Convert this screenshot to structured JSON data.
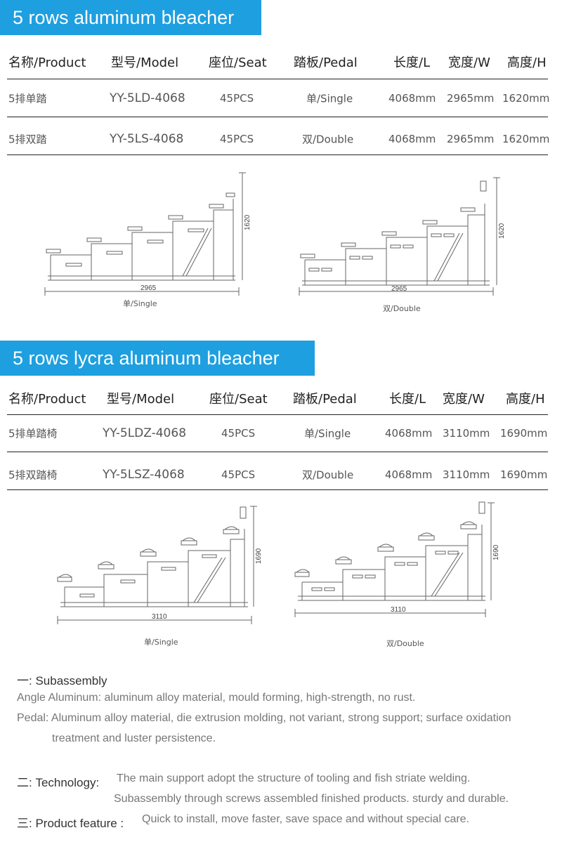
{
  "section1": {
    "title": "5 rows aluminum bleacher",
    "headers": [
      "名称/Product",
      "型号/Model",
      "座位/Seat",
      "踏板/Pedal",
      "长度/L",
      "宽度/W",
      "高度/H"
    ],
    "rows": [
      [
        "5排单踏",
        "YY-5LD-4068",
        "45PCS",
        "单/Single",
        "4068mm",
        "2965mm",
        "1620mm"
      ],
      [
        "5排双踏",
        "YY-5LS-4068",
        "45PCS",
        "双/Double",
        "4068mm",
        "2965mm",
        "1620mm"
      ]
    ],
    "diagrams": [
      {
        "width_label": "2965",
        "height_label": "1620",
        "caption": "单/Single"
      },
      {
        "width_label": "2965",
        "height_label": "1620",
        "caption": "双/Double"
      }
    ]
  },
  "section2": {
    "title": "5 rows lycra aluminum bleacher",
    "headers": [
      "名称/Product",
      "型号/Model",
      "座位/Seat",
      "踏板/Pedal",
      "长度/L",
      "宽度/W",
      "高度/H"
    ],
    "rows": [
      [
        "5排单踏椅",
        "YY-5LDZ-4068",
        "45PCS",
        "单/Single",
        "4068mm",
        "3110mm",
        "1690mm"
      ],
      [
        "5排双踏椅",
        "YY-5LSZ-4068",
        "45PCS",
        "双/Double",
        "4068mm",
        "3110mm",
        "1690mm"
      ]
    ],
    "diagrams": [
      {
        "width_label": "3110",
        "height_label": "1690",
        "caption": "单/Single"
      },
      {
        "width_label": "3110",
        "height_label": "1690",
        "caption": "双/Double"
      }
    ]
  },
  "notes": {
    "subassembly_head": "一: Subassembly",
    "angle_line": "Angle Aluminum:  aluminum alloy material,  mould  forming, high-strength, no rust.",
    "pedal_line1": "Pedal: Aluminum alloy material, die extrusion molding, not variant, strong support; surface oxidation",
    "pedal_line2": "treatment and luster persistence.",
    "tech_head": "二: Technology:",
    "tech_line1": "The main support adopt the structure of tooling and fish striate welding.",
    "tech_line2": "Subassembly through screws assembled finished products. sturdy and durable.",
    "feature_head": "三: Product  feature :",
    "feature_line": "Quick to install, move faster, save space and without special care."
  }
}
